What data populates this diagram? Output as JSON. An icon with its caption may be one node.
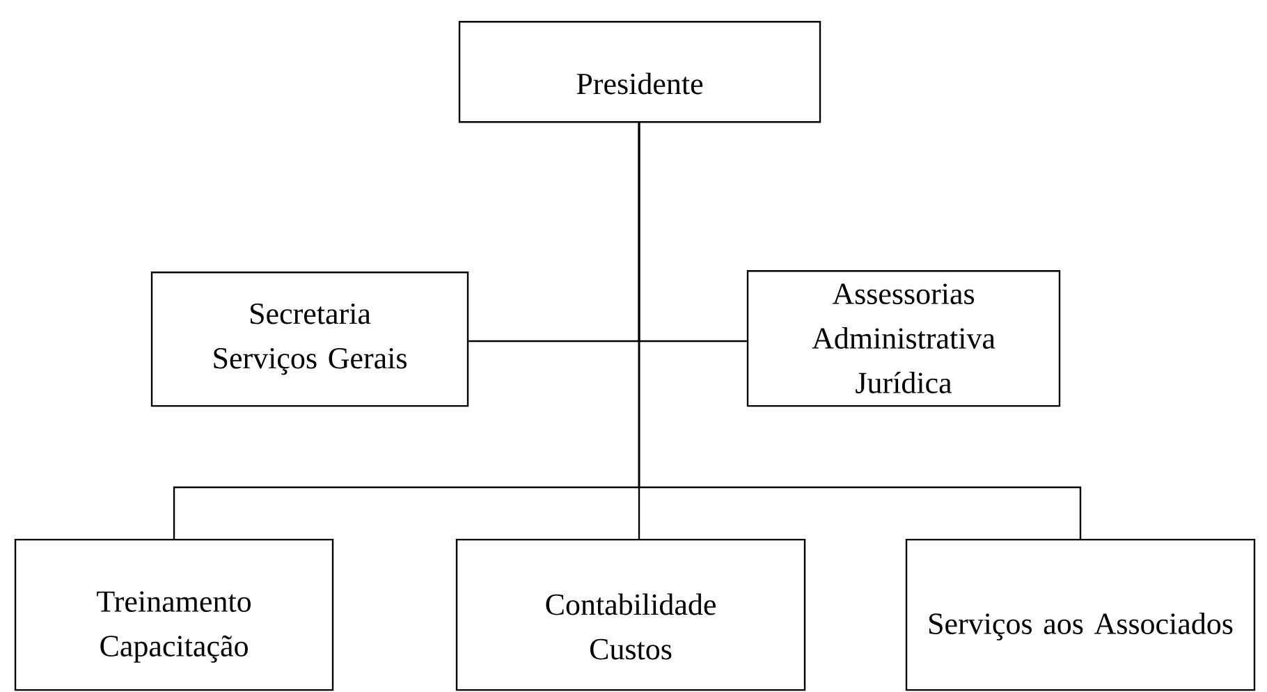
{
  "diagram": {
    "nodes": [
      {
        "text": [
          "Presidente"
        ]
      },
      {
        "text": [
          "Secretaria",
          "Serviços Gerais"
        ]
      },
      {
        "text": [
          "Assessorias",
          "Administrativa",
          "Jurídica"
        ]
      },
      {
        "text": [
          "Treinamento",
          "Capacitação"
        ]
      },
      {
        "text": [
          "Contabilidade",
          "Custos"
        ]
      },
      {
        "text": [
          "Serviços aos Associados"
        ]
      }
    ],
    "edges": [
      {
        "from": 0,
        "to": 1,
        "arrow": "none"
      },
      {
        "from": 0,
        "to": 2,
        "arrow": "none"
      },
      {
        "from": 0,
        "to": 3,
        "arrow": "none"
      },
      {
        "from": 0,
        "to": 4,
        "arrow": "none"
      },
      {
        "from": 0,
        "to": 5,
        "arrow": "none"
      }
    ]
  }
}
